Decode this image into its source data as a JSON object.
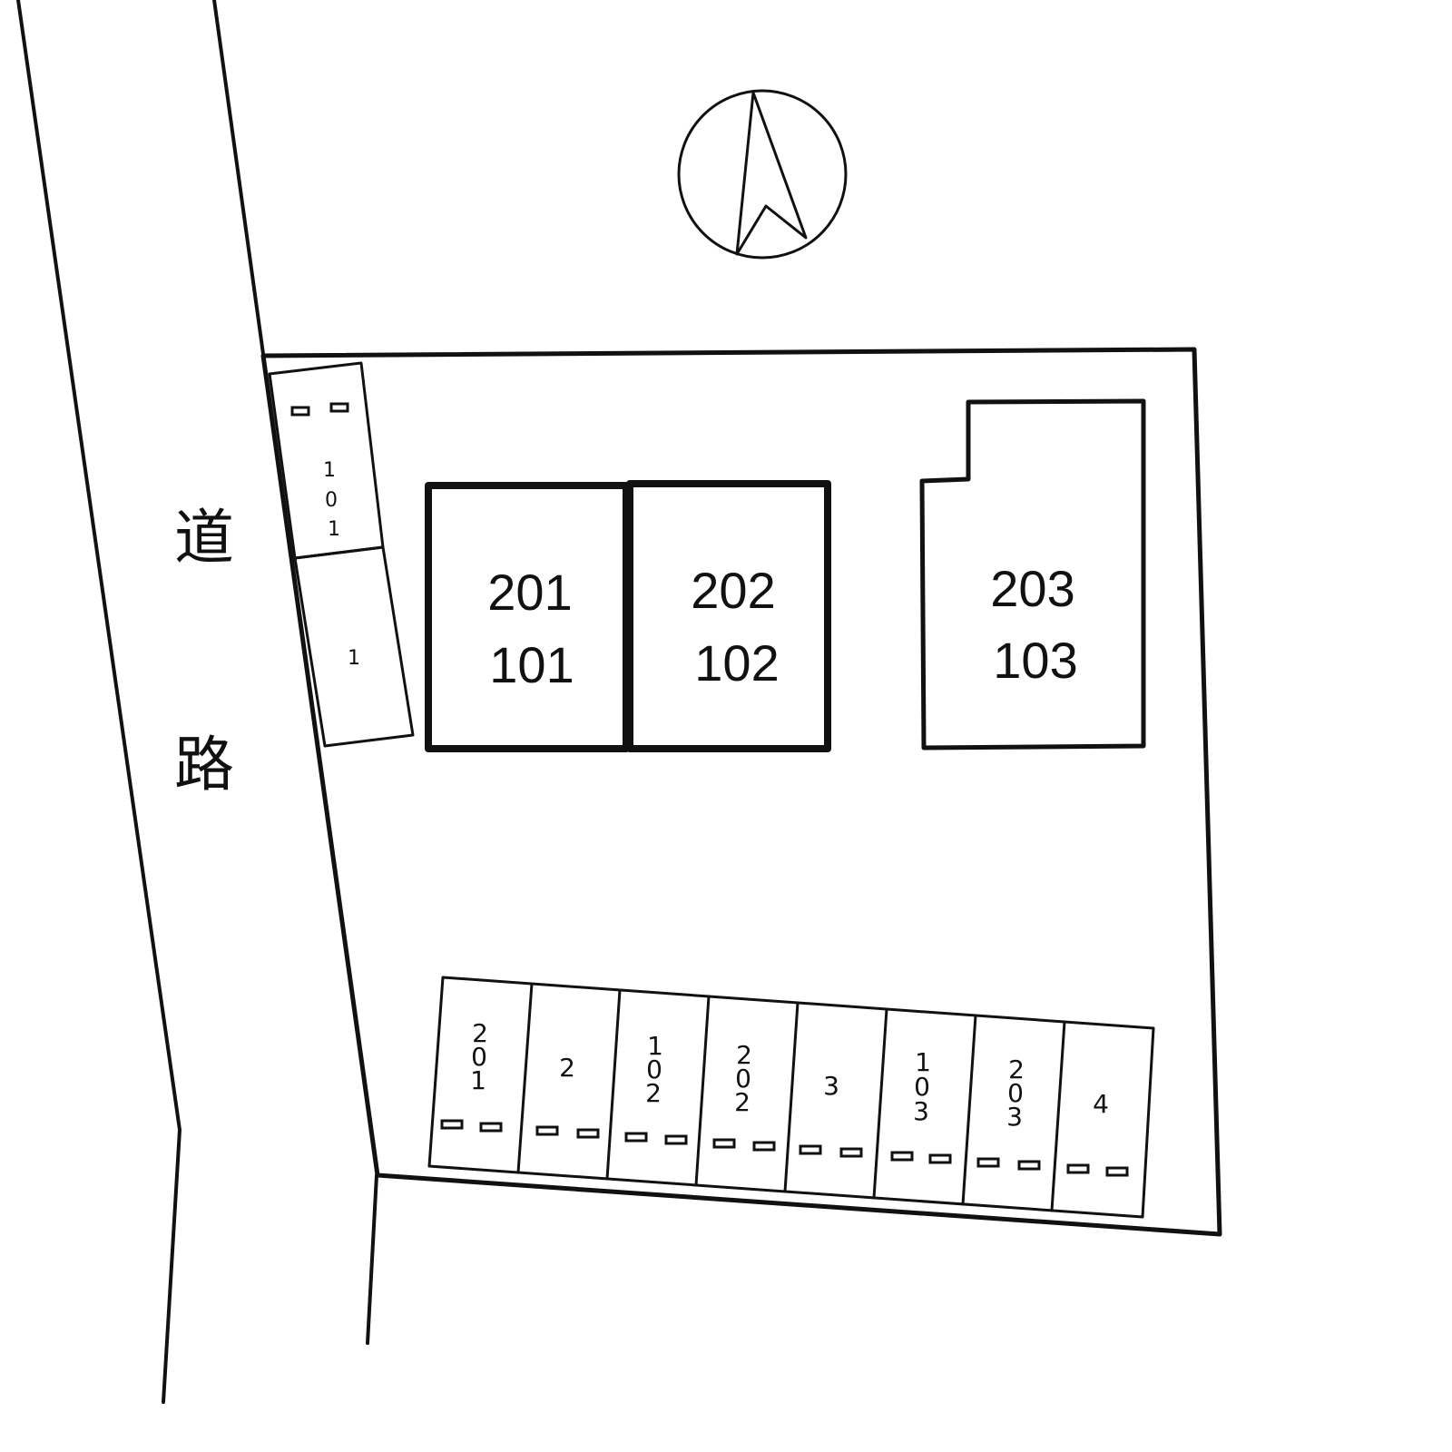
{
  "road": {
    "label_top": "道",
    "label_bottom": "路"
  },
  "compass": {
    "name": "north-arrow"
  },
  "buildings": [
    {
      "name": "building-201-101",
      "upper": "201",
      "lower": "101"
    },
    {
      "name": "building-202-102",
      "upper": "202",
      "lower": "102"
    },
    {
      "name": "building-203-103",
      "upper": "203",
      "lower": "103"
    }
  ],
  "side_parking": [
    {
      "label_chars": [
        "1",
        "0",
        "1"
      ]
    },
    {
      "label_chars": [
        "1"
      ]
    }
  ],
  "bottom_parking": [
    {
      "label_chars": [
        "2",
        "0",
        "1"
      ]
    },
    {
      "label_chars": [
        "2"
      ]
    },
    {
      "label_chars": [
        "1",
        "0",
        "2"
      ]
    },
    {
      "label_chars": [
        "2",
        "0",
        "2"
      ]
    },
    {
      "label_chars": [
        "3"
      ]
    },
    {
      "label_chars": [
        "1",
        "0",
        "3"
      ]
    },
    {
      "label_chars": [
        "2",
        "0",
        "3"
      ]
    },
    {
      "label_chars": [
        "4"
      ]
    }
  ]
}
